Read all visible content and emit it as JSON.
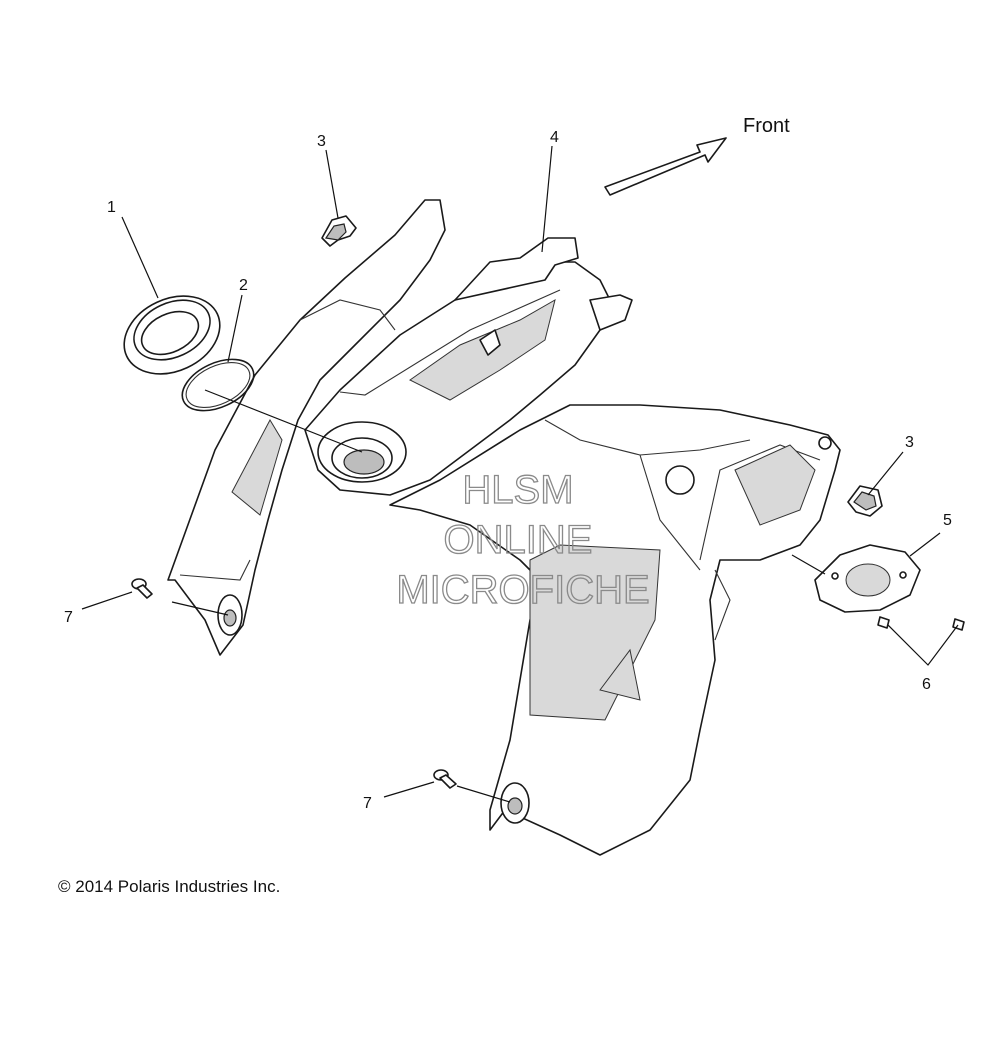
{
  "diagram": {
    "front_label": "Front",
    "callouts": [
      {
        "id": "callout-1",
        "label": "1"
      },
      {
        "id": "callout-2",
        "label": "2"
      },
      {
        "id": "callout-3-top",
        "label": "3"
      },
      {
        "id": "callout-4",
        "label": "4"
      },
      {
        "id": "callout-3-right",
        "label": "3"
      },
      {
        "id": "callout-5",
        "label": "5"
      },
      {
        "id": "callout-6",
        "label": "6"
      },
      {
        "id": "callout-7-left",
        "label": "7"
      },
      {
        "id": "callout-7-bottom",
        "label": "7"
      }
    ],
    "watermark": [
      "HLSM",
      "ONLINE",
      "MICROFICHE"
    ],
    "copyright": "© 2014 Polaris Industries Inc."
  }
}
